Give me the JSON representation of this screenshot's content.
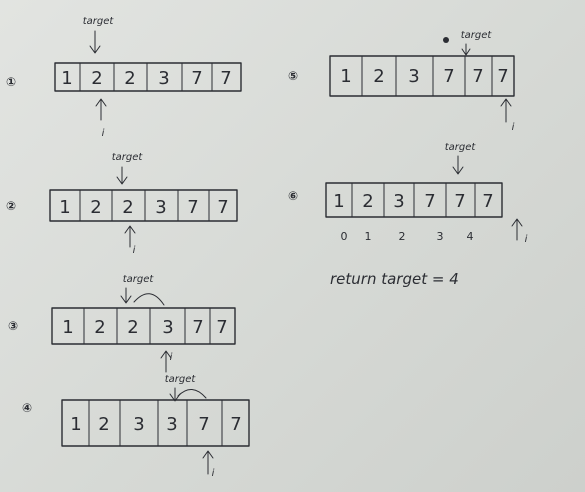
{
  "step_labels": [
    "①",
    "②",
    "③",
    "④",
    "⑤",
    "⑥"
  ],
  "array": [
    "1",
    "2",
    "2",
    "3",
    "7",
    "7"
  ],
  "array_after_step4": [
    "1",
    "2",
    "3",
    "3",
    "7",
    "7"
  ],
  "array_after_step5": [
    "1",
    "2",
    "3",
    "7",
    "7",
    "7"
  ],
  "target_label": "target",
  "i_label": "i",
  "indices": [
    "0",
    "1",
    "2",
    "3",
    "4"
  ],
  "result_text": "return target = 4"
}
